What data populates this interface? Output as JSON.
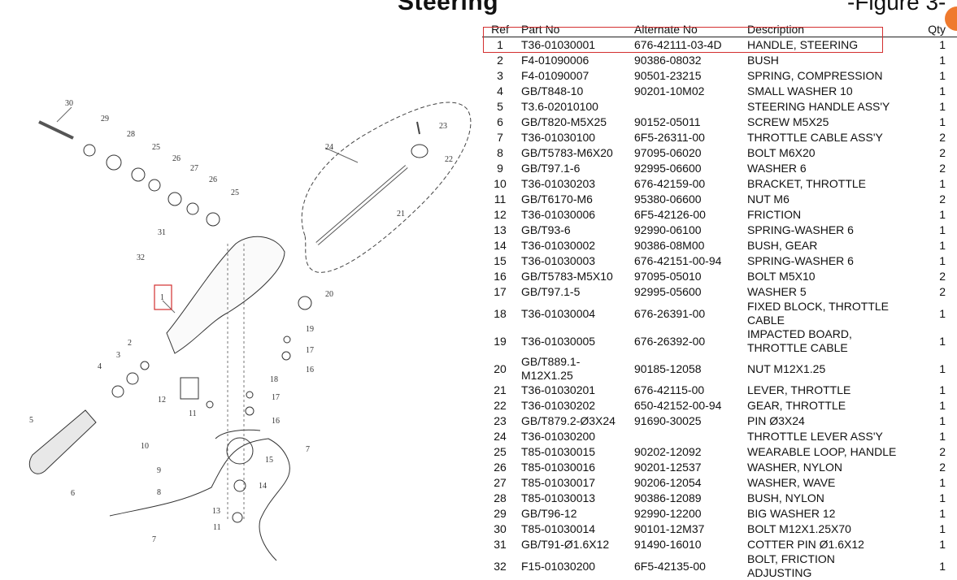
{
  "header": {
    "title": "Steering",
    "figure_label": "-Figure 3-"
  },
  "diagram": {
    "callouts": [
      "1",
      "2",
      "3",
      "4",
      "5",
      "6",
      "7",
      "7",
      "8",
      "9",
      "10",
      "11",
      "11",
      "12",
      "13",
      "14",
      "15",
      "16",
      "16",
      "17",
      "17",
      "18",
      "19",
      "20",
      "21",
      "22",
      "23",
      "24",
      "25",
      "25",
      "26",
      "26",
      "27",
      "28",
      "29",
      "30",
      "31",
      "32"
    ],
    "highlighted_ref": "1"
  },
  "table": {
    "columns": [
      "Ref",
      "Part No",
      "Alternate No",
      "Description",
      "Qty"
    ],
    "rows": [
      {
        "ref": "1",
        "part": "T36-01030001",
        "alt": "676-42111-03-4D",
        "desc": "HANDLE, STEERING",
        "qty": "1"
      },
      {
        "ref": "2",
        "part": "F4-01090006",
        "alt": "90386-08032",
        "desc": "BUSH",
        "qty": "1"
      },
      {
        "ref": "3",
        "part": "F4-01090007",
        "alt": "90501-23215",
        "desc": "SPRING, COMPRESSION",
        "qty": "1"
      },
      {
        "ref": "4",
        "part": "GB/T848-10",
        "alt": "90201-10M02",
        "desc": "SMALL WASHER 10",
        "qty": "1"
      },
      {
        "ref": "5",
        "part": "T3.6-02010100",
        "alt": "",
        "desc": "STEERING HANDLE ASS'Y",
        "qty": "1"
      },
      {
        "ref": "6",
        "part": "GB/T820-M5X25",
        "alt": "90152-05011",
        "desc": "SCREW M5X25",
        "qty": "1"
      },
      {
        "ref": "7",
        "part": "T36-01030100",
        "alt": "6F5-26311-00",
        "desc": "THROTTLE CABLE ASS'Y",
        "qty": "2"
      },
      {
        "ref": "8",
        "part": "GB/T5783-M6X20",
        "alt": "97095-06020",
        "desc": "BOLT M6X20",
        "qty": "2"
      },
      {
        "ref": "9",
        "part": "GB/T97.1-6",
        "alt": "92995-06600",
        "desc": "WASHER 6",
        "qty": "2"
      },
      {
        "ref": "10",
        "part": "T36-01030203",
        "alt": "676-42159-00",
        "desc": "BRACKET, THROTTLE",
        "qty": "1"
      },
      {
        "ref": "11",
        "part": "GB/T6170-M6",
        "alt": "95380-06600",
        "desc": "NUT M6",
        "qty": "2"
      },
      {
        "ref": "12",
        "part": "T36-01030006",
        "alt": "6F5-42126-00",
        "desc": "FRICTION",
        "qty": "1"
      },
      {
        "ref": "13",
        "part": "GB/T93-6",
        "alt": "92990-06100",
        "desc": "SPRING-WASHER 6",
        "qty": "1"
      },
      {
        "ref": "14",
        "part": "T36-01030002",
        "alt": "90386-08M00",
        "desc": "BUSH, GEAR",
        "qty": "1"
      },
      {
        "ref": "15",
        "part": "T36-01030003",
        "alt": "676-42151-00-94",
        "desc": "SPRING-WASHER 6",
        "qty": "1"
      },
      {
        "ref": "16",
        "part": "GB/T5783-M5X10",
        "alt": "97095-05010",
        "desc": "BOLT M5X10",
        "qty": "2"
      },
      {
        "ref": "17",
        "part": "GB/T97.1-5",
        "alt": "92995-05600",
        "desc": "WASHER 5",
        "qty": "2"
      },
      {
        "ref": "18",
        "part": "T36-01030004",
        "alt": "676-26391-00",
        "desc": "FIXED BLOCK, THROTTLE CABLE",
        "qty": "1"
      },
      {
        "ref": "19",
        "part": "T36-01030005",
        "alt": "676-26392-00",
        "desc": "IMPACTED BOARD, THROTTLE CABLE",
        "qty": "1"
      },
      {
        "ref": "20",
        "part": "GB/T889.1-M12X1.25",
        "alt": "90185-12058",
        "desc": "NUT M12X1.25",
        "qty": "1"
      },
      {
        "ref": "21",
        "part": "T36-01030201",
        "alt": "676-42115-00",
        "desc": "LEVER, THROTTLE",
        "qty": "1"
      },
      {
        "ref": "22",
        "part": "T36-01030202",
        "alt": "650-42152-00-94",
        "desc": "GEAR, THROTTLE",
        "qty": "1"
      },
      {
        "ref": "23",
        "part": "GB/T879.2-Ø3X24",
        "alt": "91690-30025",
        "desc": "PIN Ø3X24",
        "qty": "1"
      },
      {
        "ref": "24",
        "part": "T36-01030200",
        "alt": "",
        "desc": "THROTTLE LEVER ASS'Y",
        "qty": "1"
      },
      {
        "ref": "25",
        "part": "T85-01030015",
        "alt": "90202-12092",
        "desc": "WEARABLE LOOP, HANDLE",
        "qty": "2"
      },
      {
        "ref": "26",
        "part": "T85-01030016",
        "alt": "90201-12537",
        "desc": "WASHER, NYLON",
        "qty": "2"
      },
      {
        "ref": "27",
        "part": "T85-01030017",
        "alt": "90206-12054",
        "desc": "WASHER, WAVE",
        "qty": "1"
      },
      {
        "ref": "28",
        "part": "T85-01030013",
        "alt": "90386-12089",
        "desc": "BUSH, NYLON",
        "qty": "1"
      },
      {
        "ref": "29",
        "part": "GB/T96-12",
        "alt": "92990-12200",
        "desc": "BIG WASHER 12",
        "qty": "1"
      },
      {
        "ref": "30",
        "part": "T85-01030014",
        "alt": "90101-12M37",
        "desc": "BOLT M12X1.25X70",
        "qty": "1"
      },
      {
        "ref": "31",
        "part": "GB/T91-Ø1.6X12",
        "alt": "91490-16010",
        "desc": "COTTER PIN Ø1.6X12",
        "qty": "1"
      },
      {
        "ref": "32",
        "part": "F15-01030200",
        "alt": "6F5-42135-00",
        "desc": "BOLT, FRICTION ADJUSTING",
        "qty": "1"
      }
    ]
  },
  "colors": {
    "highlight": "#d32f2f",
    "badge": "#ef7a2e"
  }
}
